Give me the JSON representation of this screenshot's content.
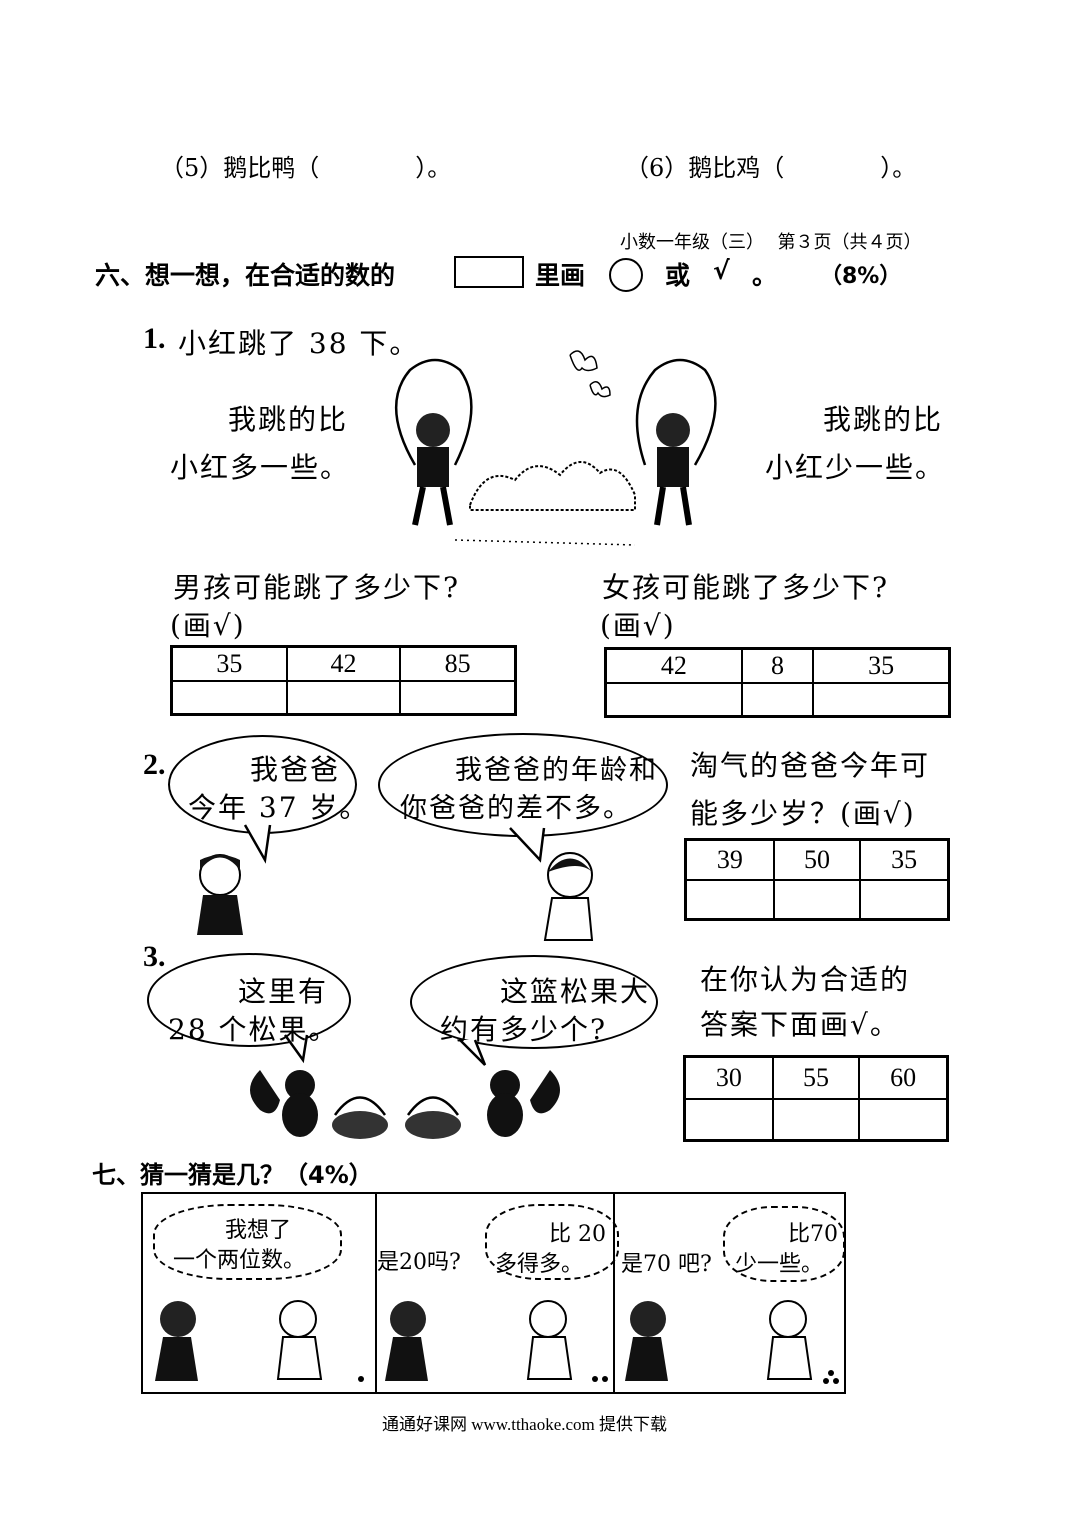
{
  "top_items": [
    "（5）鹅比鸭（　　　　）。",
    "（6）鹅比鸡（　　　　）。"
  ],
  "header_note": "小数一年级（三）　 第３页（共４页）",
  "section6": {
    "title_a": "六、想一想，在合适的数的",
    "title_b": "里画",
    "title_c": "或",
    "check_symbol": "√",
    "title_d": "。",
    "percent": "（8%）"
  },
  "q1": {
    "label": "1.",
    "text": "小红跳了 38 下。",
    "boy_speech": [
      "我跳的比",
      "小红多一些。"
    ],
    "girl_speech": [
      "我跳的比",
      "小红少一些。"
    ],
    "boy_question": [
      "男孩可能跳了多少下?",
      "(画√)"
    ],
    "girl_question": [
      "女孩可能跳了多少下?",
      "(画√)"
    ],
    "boy_options": [
      "35",
      "42",
      "85"
    ],
    "girl_options": [
      "42",
      "8",
      "35"
    ]
  },
  "q2": {
    "label": "2.",
    "girl_speech": [
      "我爸爸",
      "今年 37 岁。"
    ],
    "boy_speech": [
      "我爸爸的年龄和",
      "你爸爸的差不多。"
    ],
    "question": [
      "淘气的爸爸今年可",
      "能多少岁？(画√)"
    ],
    "options": [
      "39",
      "50",
      "35"
    ]
  },
  "q3": {
    "label": "3.",
    "left_speech": [
      "这里有",
      "28 个松果。"
    ],
    "right_speech": [
      "这篮松果大",
      "约有多少个?"
    ],
    "question": [
      "在你认为合适的",
      "答案下面画√。"
    ],
    "options": [
      "30",
      "55",
      "60"
    ]
  },
  "section7": {
    "title": "七、猜一猜是几？（4%）",
    "panel1": [
      "我想了",
      "一个两位数。"
    ],
    "panel2_left": "是20吗?",
    "panel2_right": [
      "比 20",
      "多得多。"
    ],
    "panel3_left": "是70 吧?",
    "panel3_right": [
      "比70",
      "少一些。"
    ]
  },
  "footer": "通通好课网  www.tthaoke.com  提供下载"
}
